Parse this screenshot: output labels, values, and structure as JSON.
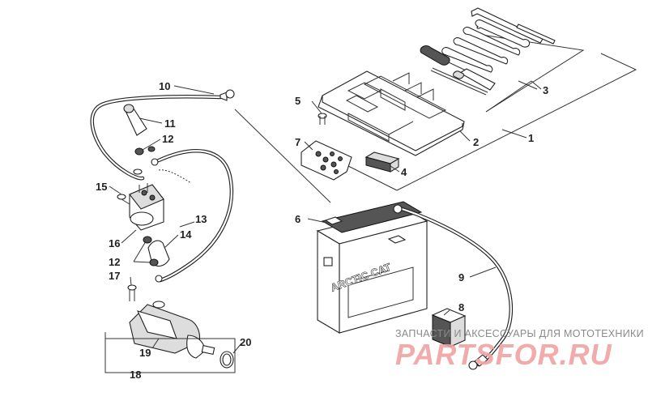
{
  "callouts": {
    "c1": "1",
    "c2": "2",
    "c3": "3",
    "c4": "4",
    "c5": "5",
    "c6": "6",
    "c7": "7",
    "c8": "8",
    "c9": "9",
    "c10": "10",
    "c11": "11",
    "c12a": "12",
    "c12b": "12",
    "c13": "13",
    "c14": "14",
    "c15": "15",
    "c16": "16",
    "c17": "17",
    "c18": "18",
    "c19": "19",
    "c20": "20"
  },
  "battery": {
    "brand": "ARCTIC CAT"
  },
  "watermark": {
    "subtitle": "ЗАПЧАСТИ И АКСЕССУАРЫ ДЛЯ МОТОТЕХНИКИ",
    "logo": "PARTSFOR.RU"
  }
}
